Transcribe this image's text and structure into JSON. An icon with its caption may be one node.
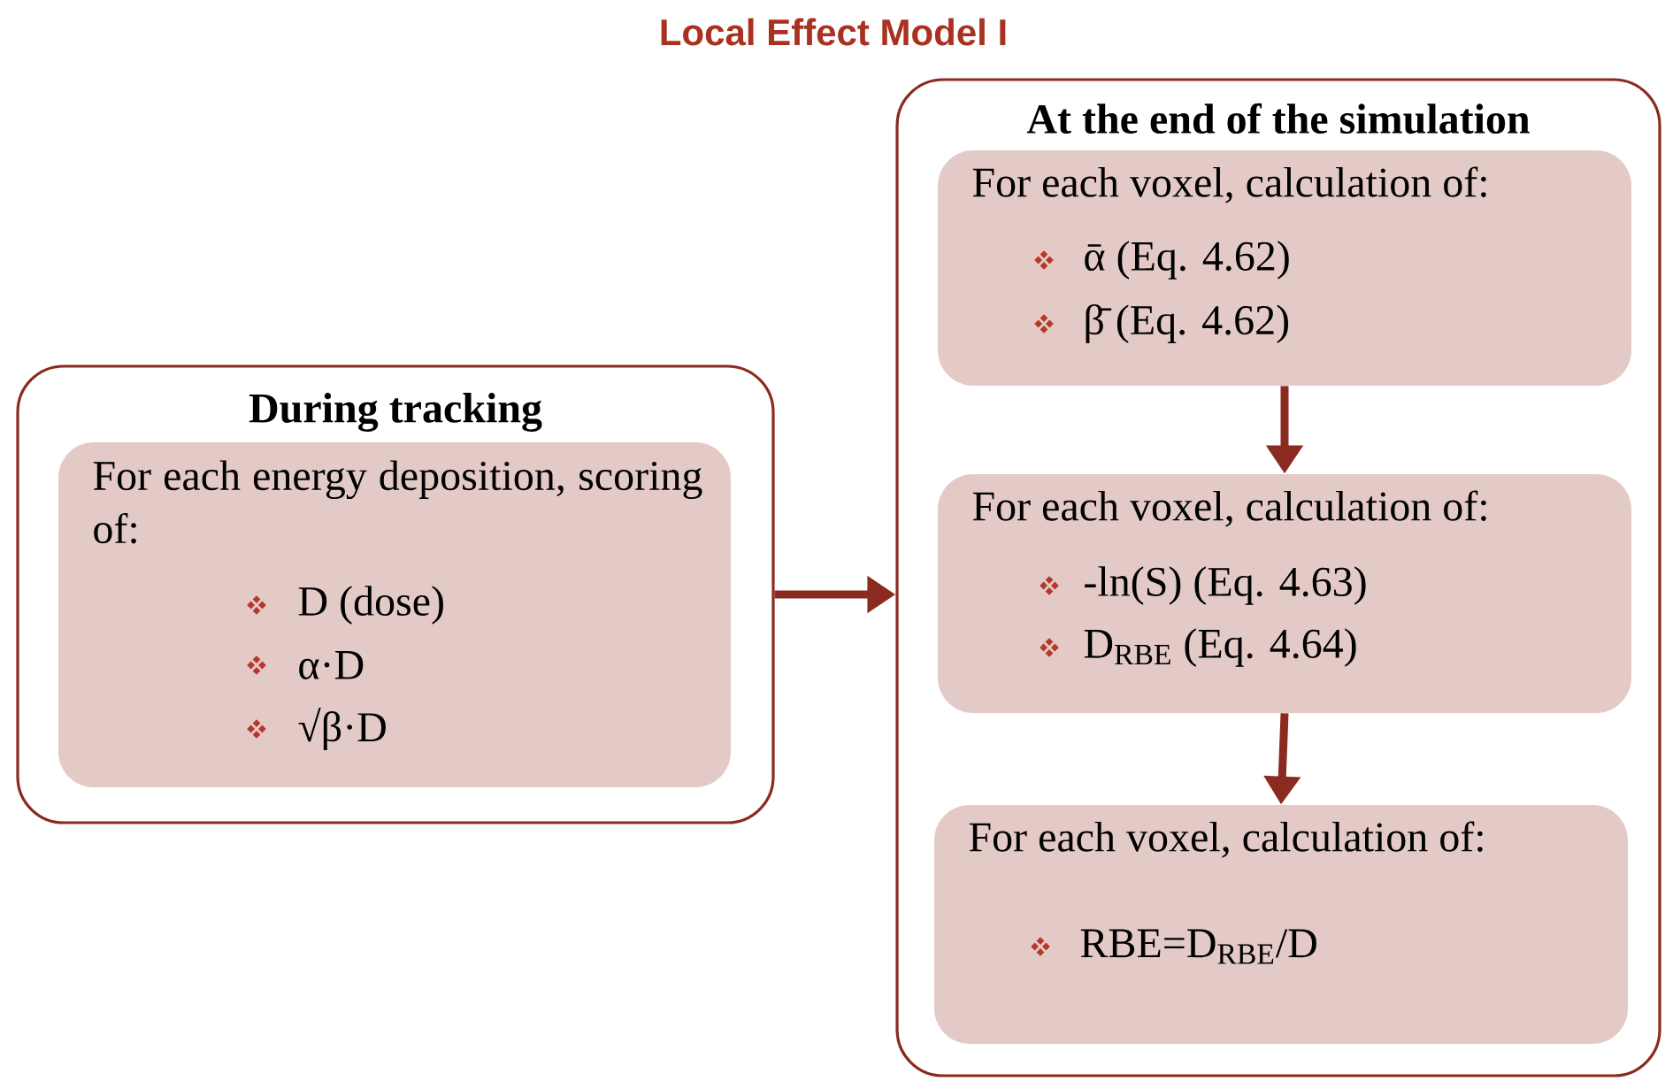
{
  "diagram": {
    "title": "Local Effect Model I",
    "nodes": [
      {
        "text": [
          "During tracking"
        ]
      },
      {
        "text": [
          "For each energy deposition, scoring of:",
          "D (dose)",
          "α·D",
          "√β·D"
        ],
        "in": 0
      },
      {
        "text": [
          "At the end of the simulation"
        ]
      },
      {
        "text": [
          "For each voxel, calculation of:",
          "ᾱ (Eq. 4.62)",
          "β̄ (Eq. 4.62)"
        ],
        "in": 2
      },
      {
        "text": [
          "For each voxel, calculation of:",
          "-ln(S) (Eq. 4.63)",
          "D$_{RBE}$ (Eq. 4.64)"
        ],
        "in": 2
      },
      {
        "text": [
          "For each voxel, calculation of:",
          "RBE=D$_{RBE}$/D"
        ],
        "in": 2
      }
    ],
    "edges": [
      {
        "from": 0,
        "to": 2,
        "arrow": "to"
      },
      {
        "from": 3,
        "to": 4,
        "arrow": "to"
      },
      {
        "from": 4,
        "to": 5,
        "arrow": "to"
      }
    ]
  }
}
